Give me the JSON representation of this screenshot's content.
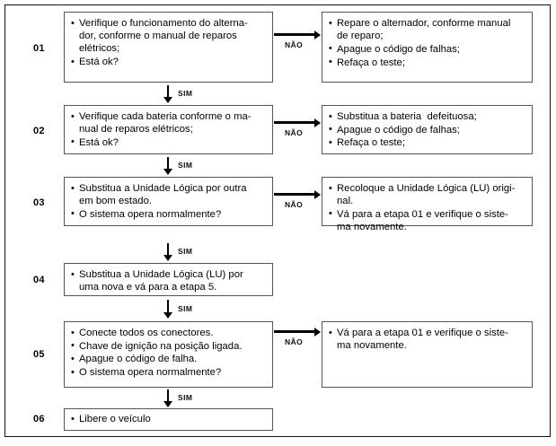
{
  "diagram": {
    "title_visible": false,
    "yes_label": "SIM",
    "no_label": "NÃO",
    "colors": {
      "frame_border": "#111111",
      "box_border": "#555555",
      "text": "#000000",
      "background": "#ffffff"
    },
    "steps": [
      {
        "number": "01",
        "main_box": {
          "lines": [
            "Verifique o funcionamento do alterna-\ndor, conforme o manual de reparos\nelétricos;",
            "Está ok?"
          ]
        },
        "no_box": {
          "lines": [
            "Repare o alternador, conforme manual\nde reparo;",
            "Apague o código de falhas;",
            "Refaça o teste;"
          ]
        },
        "has_yes_arrow": true,
        "has_no_arrow": true
      },
      {
        "number": "02",
        "main_box": {
          "lines": [
            "Verifique cada bateria conforme o ma-\nnual de reparos elétricos;",
            "Está ok?"
          ]
        },
        "no_box": {
          "lines": [
            "Substitua a bateria  defeituosa;",
            "Apague o código de falhas;",
            "Refaça o teste;"
          ]
        },
        "has_yes_arrow": true,
        "has_no_arrow": true
      },
      {
        "number": "03",
        "main_box": {
          "lines": [
            "Substitua a Unidade Lógica por outra\nem bom estado.",
            "O sistema opera normalmente?"
          ]
        },
        "no_box": {
          "lines": [
            "Recoloque a Unidade Lógica (LU) origi-\nnal.",
            "Vá para a etapa 01 e verifique o siste-\nma novamente."
          ]
        },
        "has_yes_arrow": true,
        "has_no_arrow": true
      },
      {
        "number": "04",
        "main_box": {
          "lines": [
            "Substitua a Unidade Lógica (LU) por\numa nova e vá para a etapa 5."
          ]
        },
        "no_box": null,
        "has_yes_arrow": true,
        "has_no_arrow": false
      },
      {
        "number": "05",
        "main_box": {
          "lines": [
            "Conecte todos os conectores.",
            "Chave de ignição na posição ligada.",
            "Apague o código de falha.",
            "O sistema opera normalmente?"
          ]
        },
        "no_box": {
          "lines": [
            "Vá para a etapa 01 e verifique o siste-\nma novamente."
          ]
        },
        "has_yes_arrow": true,
        "has_no_arrow": true
      },
      {
        "number": "06",
        "main_box": {
          "lines": [
            "Libere o veículo"
          ]
        },
        "no_box": null,
        "has_yes_arrow": false,
        "has_no_arrow": false
      }
    ]
  }
}
